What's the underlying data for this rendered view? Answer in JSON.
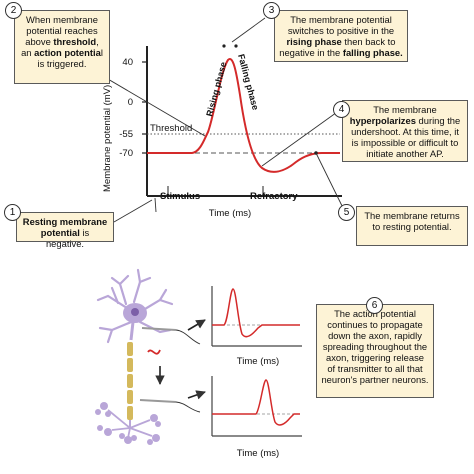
{
  "callouts": [
    {
      "num": "1",
      "parts": [
        {
          "t": "Resting membrane potential",
          "b": true
        },
        {
          "t": " is negative.",
          "b": false
        }
      ]
    },
    {
      "num": "2",
      "parts": [
        {
          "t": "When membrane potential reaches above ",
          "b": false
        },
        {
          "t": "threshold",
          "b": true
        },
        {
          "t": ", an ",
          "b": false
        },
        {
          "t": "action potentia",
          "b": true
        },
        {
          "t": "l is triggered.",
          "b": false
        }
      ]
    },
    {
      "num": "3",
      "parts": [
        {
          "t": "The membrane potential switches to positive in the ",
          "b": false
        },
        {
          "t": "rising phase",
          "b": true
        },
        {
          "t": " then back to negative in the ",
          "b": false
        },
        {
          "t": "falling phase.",
          "b": true
        }
      ]
    },
    {
      "num": "4",
      "parts": [
        {
          "t": "The membrane ",
          "b": false
        },
        {
          "t": "hyperpolarizes",
          "b": true
        },
        {
          "t": " during the undershoot. At this time, it is impossible or difficult to initiate another AP.",
          "b": false
        }
      ]
    },
    {
      "num": "5",
      "parts": [
        {
          "t": "The membrane returns to resting potential.",
          "b": false
        }
      ]
    },
    {
      "num": "6",
      "parts": [
        {
          "t": "The action potential continues to propagate down the axon, rapidly spreading throughout the axon, triggering release of transmitter to all that neuron's partner neurons.",
          "b": false
        }
      ]
    }
  ],
  "main_graph": {
    "ylabel": "Membrane potential (mV)",
    "xlabel": "Time (ms)",
    "yticks": [
      "40",
      "0",
      "-55",
      "-70"
    ],
    "threshold_label": "Threshold",
    "rising_label": "Rising phase",
    "falling_label": "Falling phase",
    "stimulus_label": "Stimulus",
    "refractory_label": "Refractory"
  },
  "small_graphs": {
    "xlabel_top": "Time (ms)",
    "xlabel_bottom": "Time (ms)"
  },
  "colors": {
    "trace": "#d42a2a",
    "callout_fill": "#fdf3d6",
    "neuron": "#b9a6d8",
    "myelin": "#d4b95c"
  }
}
